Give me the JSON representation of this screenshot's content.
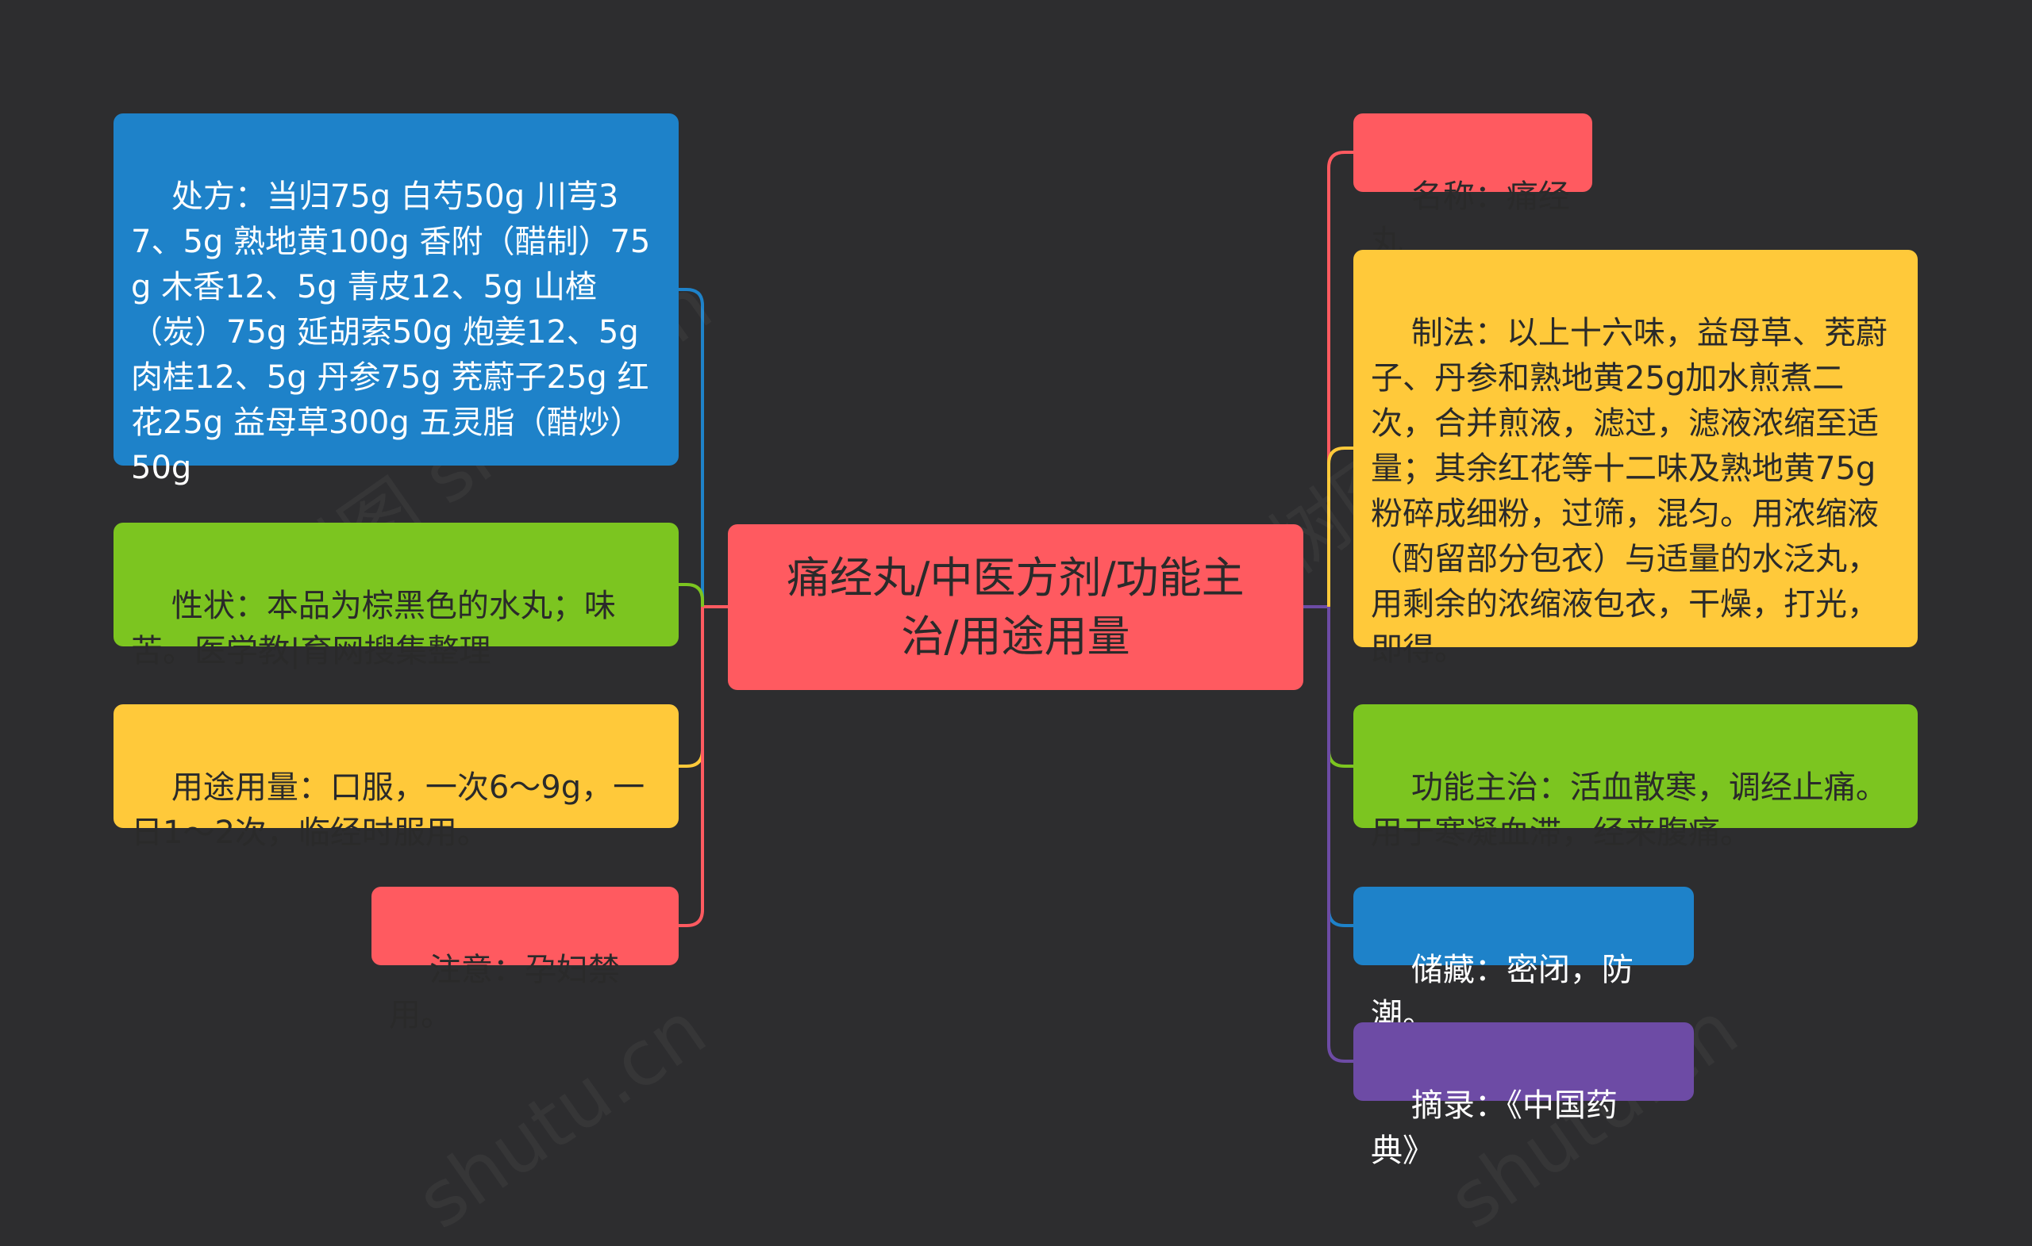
{
  "center": {
    "text": "痛经丸/中医方剂/功能主治/用途用量"
  },
  "left_nodes": [
    {
      "id": "prescription",
      "text": "处方：当归75g 白芍50g 川芎37、5g 熟地黄100g 香附（醋制）75g 木香12、5g 青皮12、5g 山楂（炭）75g 延胡索50g 炮姜12、5g 肉桂12、5g 丹参75g 茺蔚子25g 红花25g 益母草300g 五灵脂（醋炒）50g",
      "color": "#1e82c9"
    },
    {
      "id": "properties",
      "text": "性状：本品为棕黑色的水丸；味苦。医学教|育网搜集整理",
      "color": "#7cc520"
    },
    {
      "id": "usage",
      "text": "用途用量：口服，一次6～9g，一日1～2次，临经时服用。",
      "color": "#ffc93a"
    },
    {
      "id": "caution",
      "text": "注意：孕妇禁用。",
      "color": "#ff5a60"
    }
  ],
  "right_nodes": [
    {
      "id": "name",
      "text": "名称：痛经丸",
      "color": "#ff5a60"
    },
    {
      "id": "method",
      "text": "制法：以上十六味，益母草、茺蔚子、丹参和熟地黄25g加水煎煮二次，合并煎液，滤过，滤液浓缩至适量；其余红花等十二味及熟地黄75g粉碎成细粉，过筛，混匀。用浓缩液（酌留部分包衣）与适量的水泛丸，用剩余的浓缩液包衣，干燥，打光，即得。",
      "color": "#ffc93a"
    },
    {
      "id": "function",
      "text": "功能主治：活血散寒，调经止痛。用于寒凝血滞，经来腹痛。",
      "color": "#7cc520"
    },
    {
      "id": "storage",
      "text": "储藏：密闭，防潮。",
      "color": "#1e82c9"
    },
    {
      "id": "source",
      "text": "摘录：《中国药典》",
      "color": "#6d4ba5"
    }
  ],
  "icons": {
    "connector": "curved-branch-line"
  },
  "colors": {
    "background": "#2d2d2f",
    "left_trunk": "#ff5a60",
    "right_trunk": "#6d4ba5"
  }
}
